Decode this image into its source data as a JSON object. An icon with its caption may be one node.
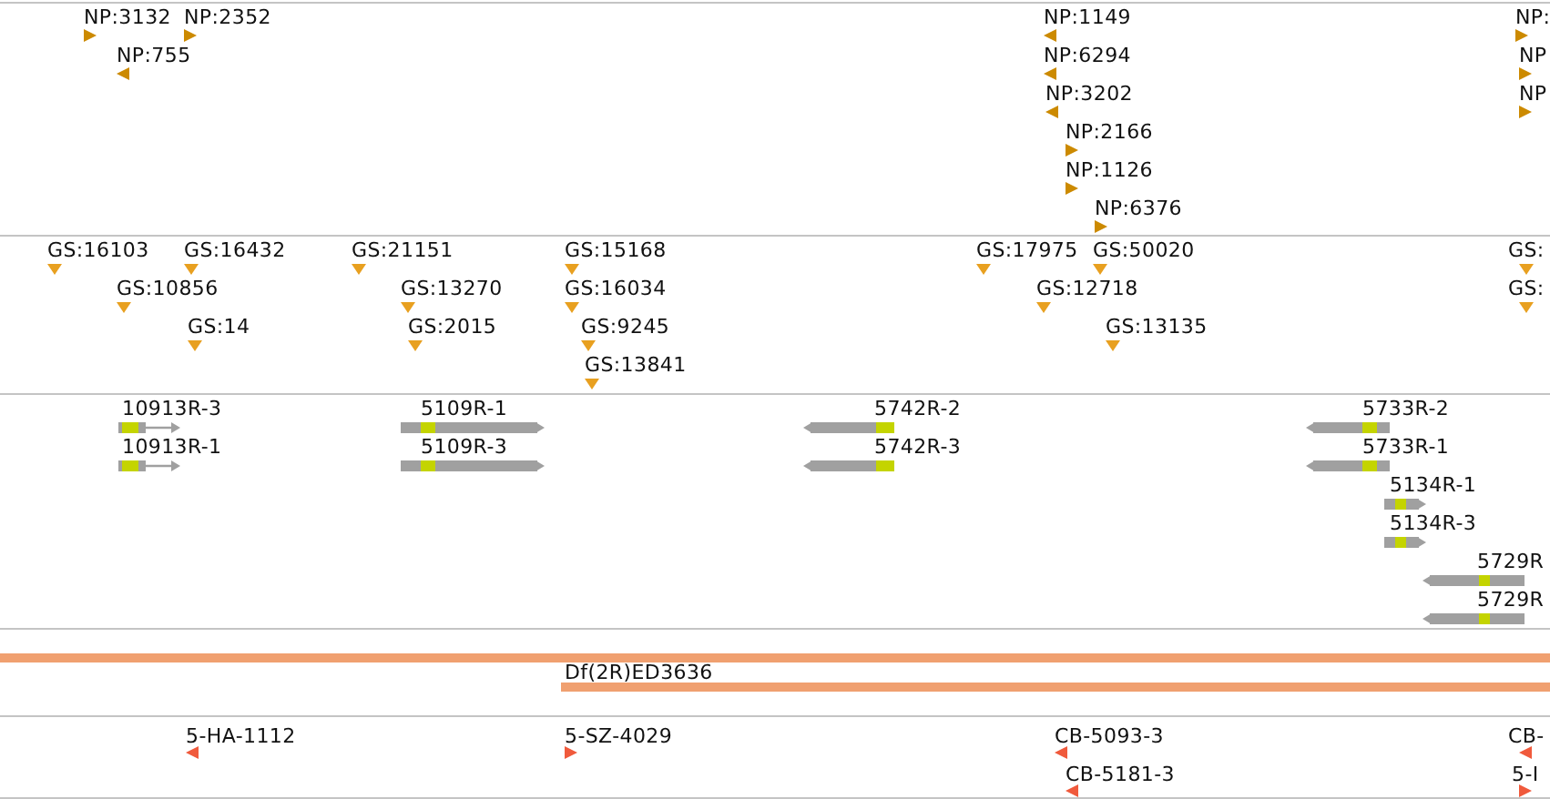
{
  "diagram": {
    "labels": [
      "NP:3132",
      "NP:2352",
      "NP:755",
      "NP:1149",
      "NP:6294",
      "NP:3202",
      "NP:2166",
      "NP:1126",
      "NP:6376",
      "NP:",
      "NP",
      "NP",
      "GS:16103",
      "GS:16432",
      "GS:10856",
      "GS:14",
      "GS:21151",
      "GS:13270",
      "GS:2015",
      "GS:15168",
      "GS:16034",
      "GS:9245",
      "GS:13841",
      "GS:17975",
      "GS:50020",
      "GS:12718",
      "GS:13135",
      "GS:",
      "GS:",
      "10913R-3",
      "10913R-1",
      "5109R-1",
      "5109R-3",
      "5742R-2",
      "5742R-3",
      "5733R-2",
      "5733R-1",
      "5134R-1",
      "5134R-3",
      "5729R",
      "5729R",
      "Df(2R)ED3636",
      "5-HA-1112",
      "5-SZ-4029",
      "CB-5093-3",
      "CB-5181-3",
      "CB-",
      "5-I"
    ]
  }
}
